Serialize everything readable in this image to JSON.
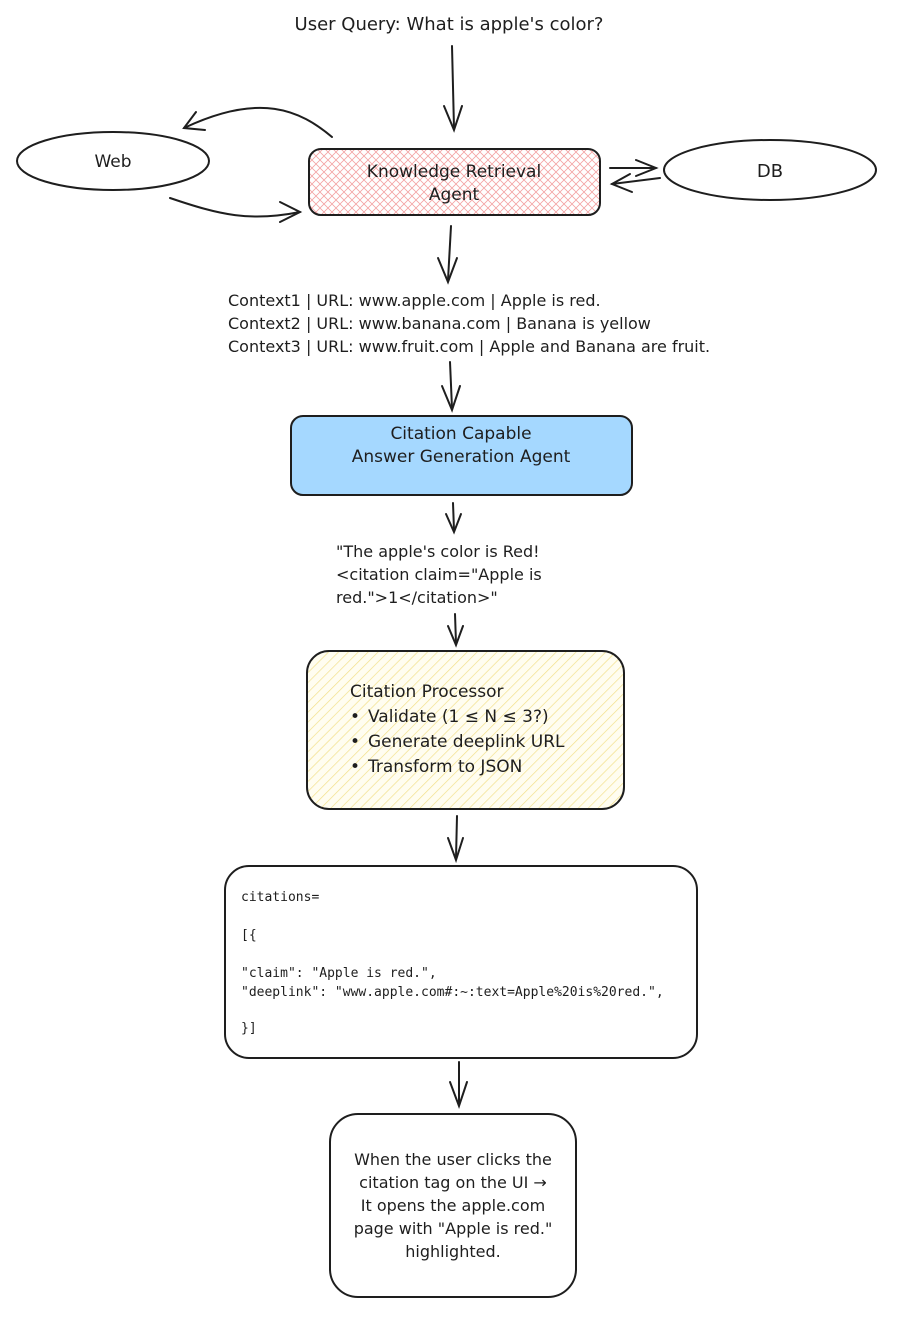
{
  "query": "User Query: What is apple's color?",
  "nodes": {
    "web": "Web",
    "db": "DB",
    "retrieval": [
      "Knowledge Retrieval",
      "Agent"
    ],
    "answer_gen": [
      "Citation Capable",
      "Answer Generation Agent"
    ],
    "processor": {
      "title": "Citation Processor",
      "items": [
        "Validate (1 ≤ N ≤ 3?)",
        "Generate deeplink URL",
        "Transform to JSON"
      ]
    },
    "final": [
      "When the user clicks the",
      "citation tag on the UI →",
      "It opens the apple.com",
      "page with \"Apple is red.\"",
      "highlighted."
    ]
  },
  "contexts": [
    "Context1 | URL: www.apple.com | Apple is red.",
    "Context2 | URL: www.banana.com | Banana is yellow",
    "Context3 | URL: www.fruit.com | Apple and Banana are fruit."
  ],
  "answer_output": [
    "\"The apple's color is Red!",
    "<citation claim=\"Apple is",
    "red.\">1</citation>\""
  ],
  "json_output": {
    "line1": "citations=",
    "line2": "[{",
    "line3": "\"claim\": \"Apple is red.\",",
    "line4": "\"deeplink\": \"www.apple.com#:~:text=Apple%20is%20red.\",",
    "line5": "}]"
  },
  "colors": {
    "stroke": "#1e1e1e",
    "retrieval_fill": "#ffc9c9",
    "answer_fill": "#a5d8ff",
    "processor_fill": "#ffec99"
  }
}
